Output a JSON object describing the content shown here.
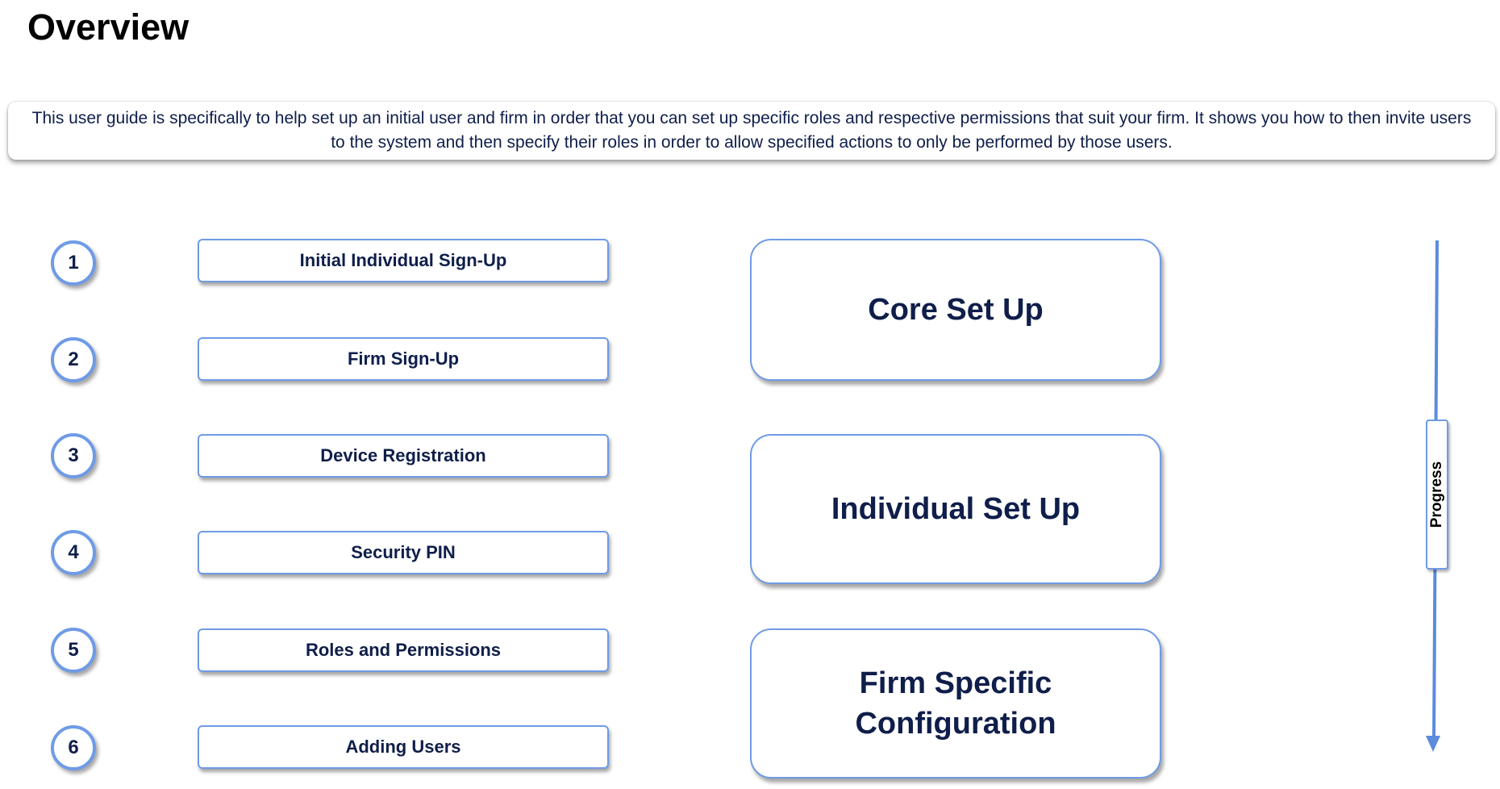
{
  "title": "Overview",
  "intro": "This user guide is specifically to help set up an initial user and firm in order that you can set up specific roles and respective permissions that suit your firm. It shows you how to then invite users to the system and then specify their roles in order to allow specified actions to only be performed by those users.",
  "steps": [
    {
      "number": "1",
      "label": "Initial Individual Sign-Up"
    },
    {
      "number": "2",
      "label": "Firm Sign-Up"
    },
    {
      "number": "3",
      "label": "Device Registration"
    },
    {
      "number": "4",
      "label": "Security PIN"
    },
    {
      "number": "5",
      "label": "Roles and Permissions"
    },
    {
      "number": "6",
      "label": "Adding Users"
    }
  ],
  "phases": [
    {
      "label": "Core Set Up"
    },
    {
      "label": "Individual Set Up"
    },
    {
      "label": "Firm Specific Configuration"
    }
  ],
  "progress": {
    "label": "Progress"
  },
  "colors": {
    "accent_border": "#6f9be6",
    "text_navy": "#0f1e4a",
    "arrow": "#5b8bdc"
  }
}
